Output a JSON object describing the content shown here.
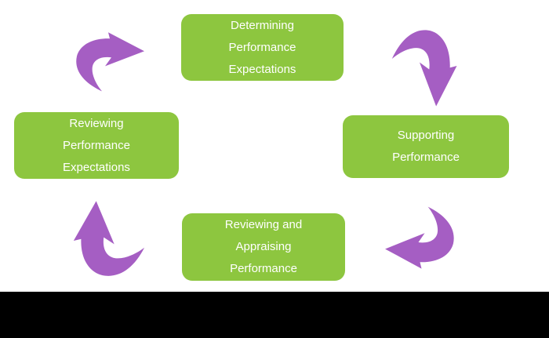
{
  "diagram": {
    "type": "cycle",
    "nodes": {
      "top": {
        "label": "Determining\nPerformance\nExpectations"
      },
      "right": {
        "label": "Supporting\nPerformance"
      },
      "bottom": {
        "label": "Reviewing and\nAppraising\nPerformance"
      },
      "left": {
        "label": "Reviewing\nPerformance\nExpectations"
      }
    },
    "arrows": {
      "left_to_top": {
        "points": "right"
      },
      "top_to_right": {
        "points": "down"
      },
      "right_to_bottom": {
        "points": "left"
      },
      "bottom_to_left": {
        "points": "up"
      }
    },
    "colors": {
      "node_fill": "#8DC63F",
      "node_text": "#FFFFFF",
      "arrow_fill": "#A55EC3",
      "footer_bar": "#000000"
    }
  }
}
